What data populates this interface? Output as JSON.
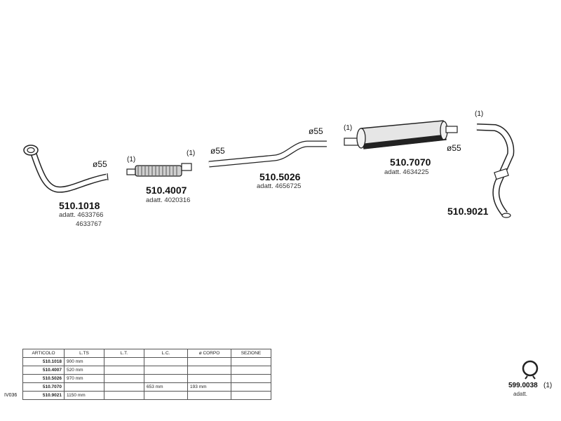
{
  "parts": [
    {
      "code": "510.1018",
      "adopt_label": "adatt.",
      "refs": [
        "4633766",
        "4633767"
      ],
      "diameter": "ø55"
    },
    {
      "code": "510.4007",
      "adopt_label": "adatt.",
      "refs": [
        "4020316"
      ],
      "note_left": "(1)",
      "note_right": "(1)"
    },
    {
      "code": "510.5026",
      "adopt_label": "adatt.",
      "refs": [
        "4656725"
      ],
      "diameter_left": "ø55",
      "diameter_right": "ø55"
    },
    {
      "code": "510.7070",
      "adopt_label": "adatt.",
      "refs": [
        "4634225"
      ],
      "note": "(1)",
      "diameter": "ø55"
    },
    {
      "code": "510.9021",
      "note": "(1)"
    },
    {
      "code": "599.0038",
      "note": "(1)",
      "adopt_label": "adatt."
    }
  ],
  "table": {
    "headers": [
      "ARTICOLO",
      "L.TS",
      "L.T.",
      "L.C.",
      "ø CORPO",
      "SEZIONE"
    ],
    "rows": [
      [
        "510.1018",
        "900 mm",
        "",
        "",
        "",
        ""
      ],
      [
        "510.4007",
        "520 mm",
        "",
        "",
        "",
        ""
      ],
      [
        "510.5026",
        "970 mm",
        "",
        "",
        "",
        ""
      ],
      [
        "510.7070",
        "",
        "",
        "653 mm",
        "193 mm",
        ""
      ],
      [
        "510.9021",
        "1150 mm",
        "",
        "",
        "",
        ""
      ]
    ],
    "side_code": "IV036"
  },
  "colors": {
    "line": "#222222",
    "pipe_fill": "#ffffff"
  }
}
